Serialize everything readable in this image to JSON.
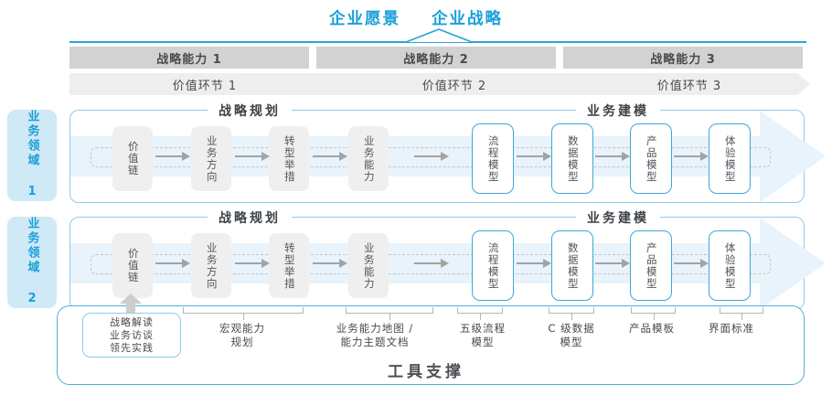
{
  "title": {
    "vision": "企业愿景",
    "strategy": "企业战略"
  },
  "capability_bars": [
    "战略能力 1",
    "战略能力 2",
    "战略能力 3"
  ],
  "value_bars": [
    "价值环节 1",
    "价值环节 2",
    "价值环节 3"
  ],
  "domains": [
    "业务领域 1",
    "业务领域 2"
  ],
  "rows": [
    {
      "planning_header": "战略规划",
      "modeling_header": "业务建模",
      "boxes": [
        {
          "label": "价值链"
        },
        {
          "label": "业务方向"
        },
        {
          "label": "转型举措"
        },
        {
          "label": "业务能力"
        },
        {
          "label": "流程模型"
        },
        {
          "label": "数据模型"
        },
        {
          "label": "产品模型"
        },
        {
          "label": "体验模型"
        }
      ]
    },
    {
      "planning_header": "战略规划",
      "modeling_header": "业务建模",
      "boxes": [
        {
          "label": "价值链"
        },
        {
          "label": "业务方向"
        },
        {
          "label": "转型举措"
        },
        {
          "label": "业务能力"
        },
        {
          "label": "流程模型"
        },
        {
          "label": "数据模型"
        },
        {
          "label": "产品模型"
        },
        {
          "label": "体验模型"
        }
      ]
    }
  ],
  "annotations": {
    "note_lines": [
      "战略解读",
      "业务访谈",
      "领先实践"
    ],
    "labels": [
      {
        "line1": "宏观能力",
        "line2": "规划"
      },
      {
        "line1": "业务能力地图 /",
        "line2": "能力主题文档"
      },
      {
        "line1": "五级流程",
        "line2": "模型"
      },
      {
        "line1": "C 级数据",
        "line2": "模型"
      },
      {
        "line1": "产品模板",
        "line2": ""
      },
      {
        "line1": "界面标准",
        "line2": ""
      }
    ]
  },
  "footer": {
    "tool_support": "工具支撑"
  },
  "colors": {
    "accent_blue": "#199fda",
    "line_blue": "#2aa3db",
    "panel_border": "#8fcbe9",
    "band_fill": "#e8f3fb",
    "bar_gray": "#d2d2d2",
    "bar_light": "#eeeeee",
    "box_gray": "#efefef",
    "box_border_blue": "#3fa6d9",
    "text_dark": "#4a4a4a"
  }
}
